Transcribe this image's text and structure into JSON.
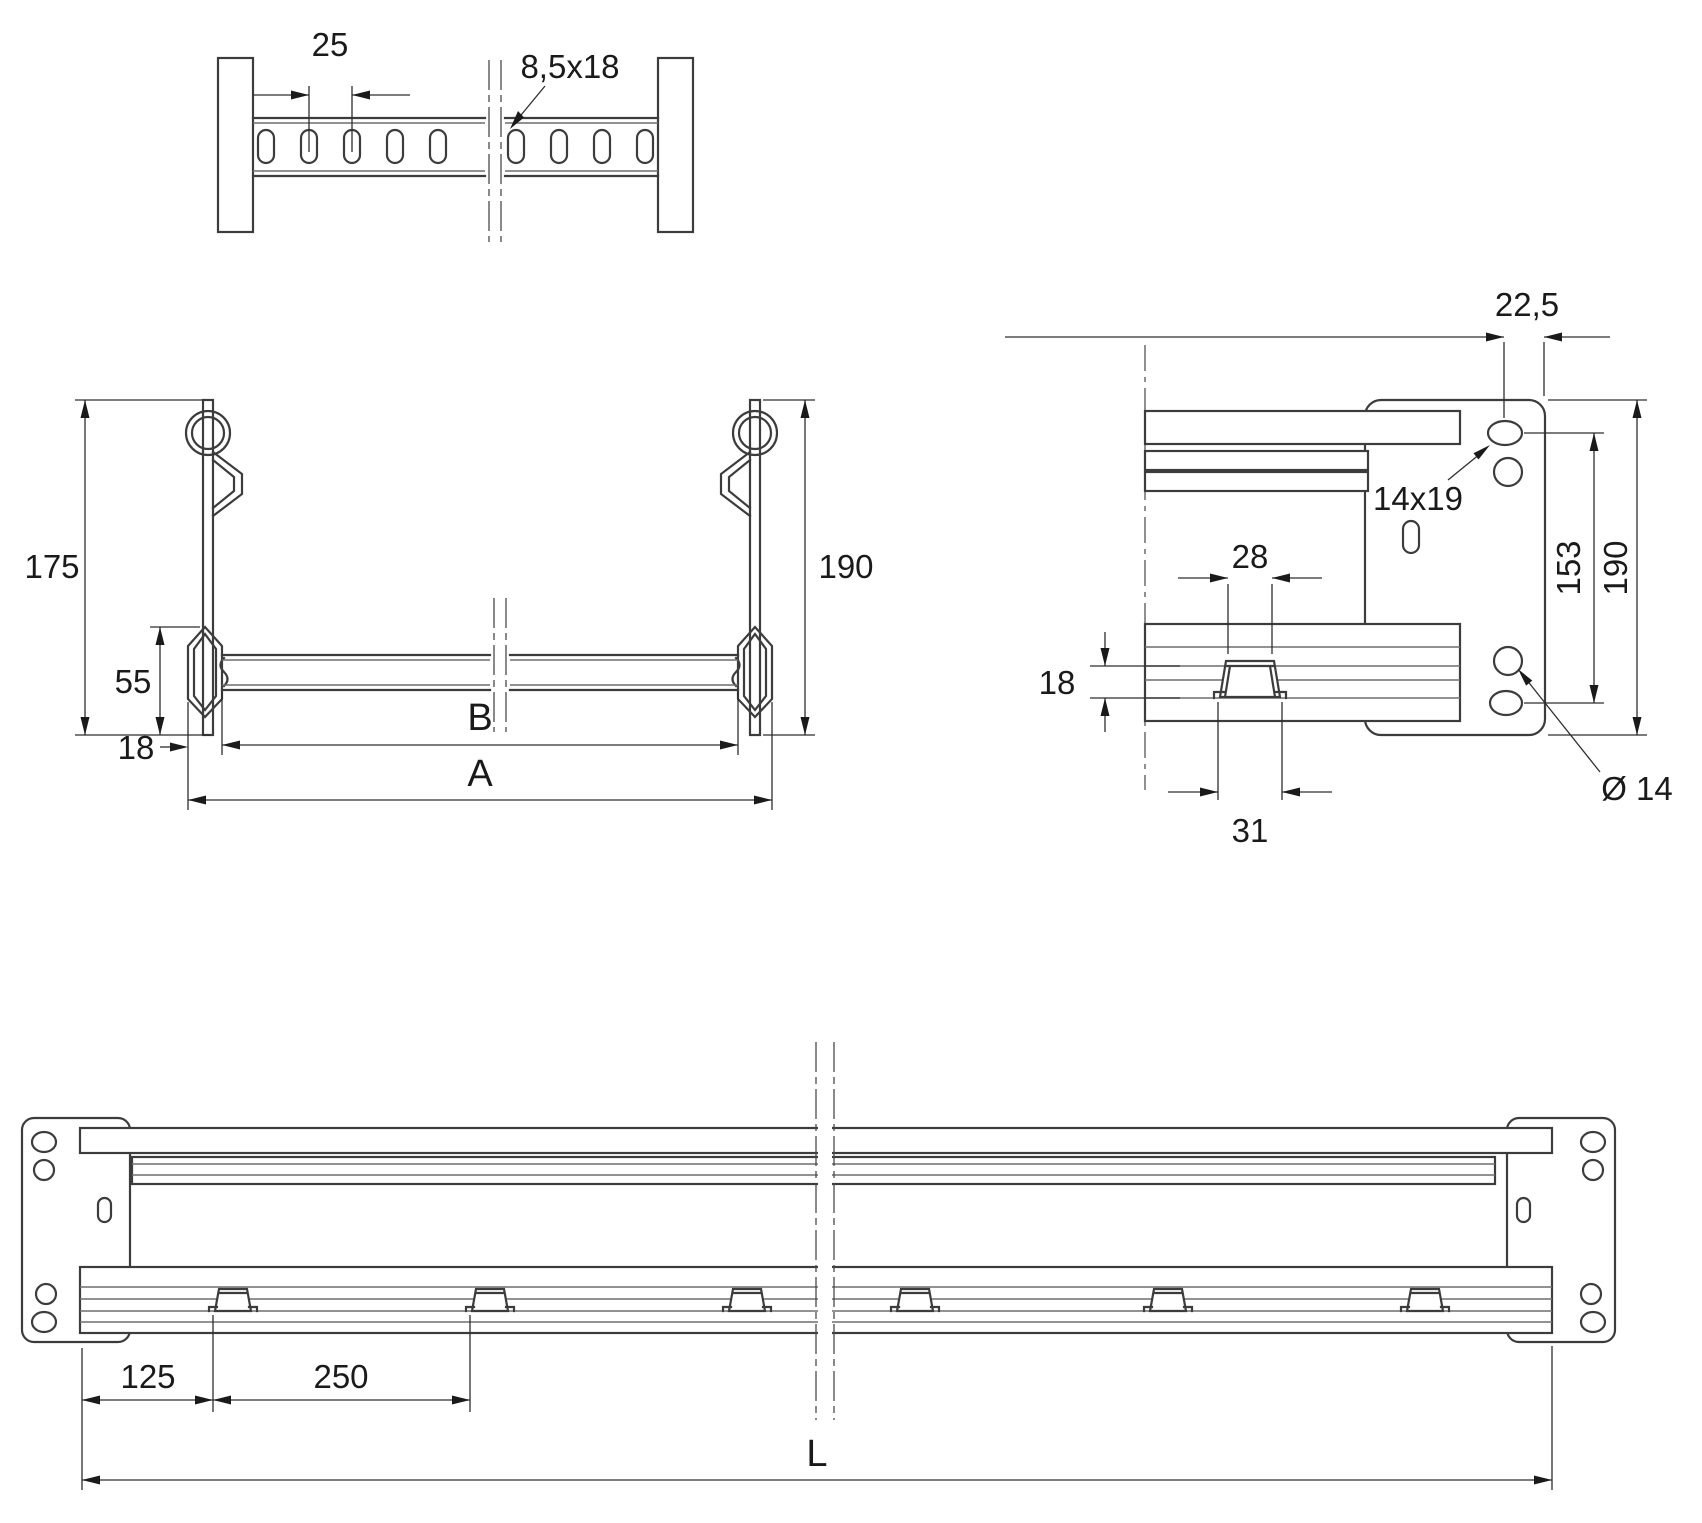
{
  "colors": {
    "outline": "#3c3c3c",
    "thin_line": "#6f6f6f",
    "dimension": "#2e2e2e",
    "background": "#ffffff"
  },
  "views": {
    "rung_top": {
      "hole_pitch": "25",
      "slot_size": "8,5x18"
    },
    "front": {
      "side_height": "175",
      "rung_depth": "55",
      "end_offset": "18",
      "inner_span": "B",
      "outer_span": "A",
      "rail_height": "190"
    },
    "side": {
      "edge_distance": "22,5",
      "slot_size": "14x19",
      "hole_spacing": "153",
      "plate_height": "190",
      "clip_top_width": "28",
      "profile_height": "18",
      "clip_base_width": "31",
      "hole_diameter": "Ø 14"
    },
    "length": {
      "first_clip_offset": "125",
      "clip_pitch": "250",
      "total_length": "L"
    }
  }
}
